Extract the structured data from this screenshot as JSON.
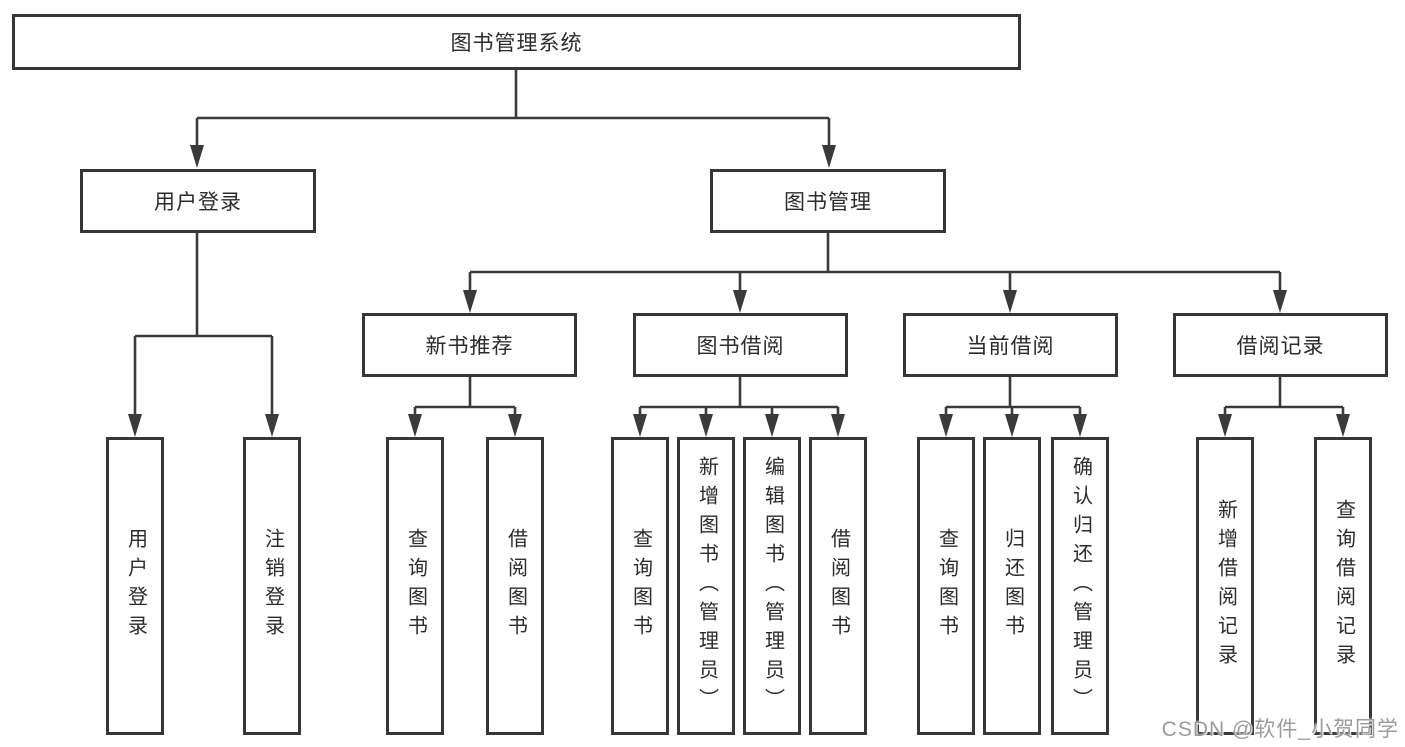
{
  "diagram_title": "图书管理系统",
  "watermark": "CSDN @软件_小贺同学",
  "colors": {
    "line": "#3a3a3a",
    "box_border": "#363636",
    "box_background": "#ffffff",
    "text": "#2b2b2b",
    "watermark": "#9b9b9b"
  },
  "nodes": {
    "root": "图书管理系统",
    "user_login": "用户登录",
    "book_management": "图书管理",
    "new_book_recommend": "新书推荐",
    "book_borrowing": "图书借阅",
    "current_borrowing": "当前借阅",
    "borrowing_records": "借阅记录",
    "leaf_user_login": "用户登录",
    "leaf_logout": "注销登录",
    "leaf_query_books_recommend": "查询图书",
    "leaf_borrow_books_recommend": "借阅图书",
    "leaf_query_books_borrowing": "查询图书",
    "leaf_add_books_admin": "新增图书（管理员）",
    "leaf_edit_books_admin": "编辑图书（管理员）",
    "leaf_borrow_books_borrowing": "借阅图书",
    "leaf_query_books_current": "查询图书",
    "leaf_return_books": "归还图书",
    "leaf_confirm_return_admin": "确认归还（管理员）",
    "leaf_add_borrow_record": "新增借阅记录",
    "leaf_query_borrow_record": "查询借阅记录"
  },
  "tree": {
    "图书管理系统": {
      "用户登录": [
        "用户登录",
        "注销登录"
      ],
      "图书管理": {
        "新书推荐": [
          "查询图书",
          "借阅图书"
        ],
        "图书借阅": [
          "查询图书",
          "新增图书（管理员）",
          "编辑图书（管理员）",
          "借阅图书"
        ],
        "当前借阅": [
          "查询图书",
          "归还图书",
          "确认归还（管理员）"
        ],
        "借阅记录": [
          "新增借阅记录",
          "查询借阅记录"
        ]
      }
    }
  }
}
